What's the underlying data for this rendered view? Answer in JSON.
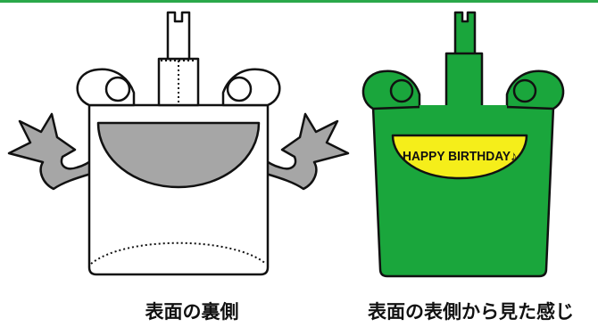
{
  "colors": {
    "top_rule": "#2aa84a",
    "card_green": "#1aa63c",
    "banner_yellow": "#f5ee1a",
    "arm_gray": "#a6a6a6",
    "outline": "#111111"
  },
  "front": {
    "banner_text": "HAPPY BIRTHDAY♪"
  },
  "captions": {
    "back_side": "表面の裏側",
    "front_view": "表面の表側から見た感じ"
  }
}
